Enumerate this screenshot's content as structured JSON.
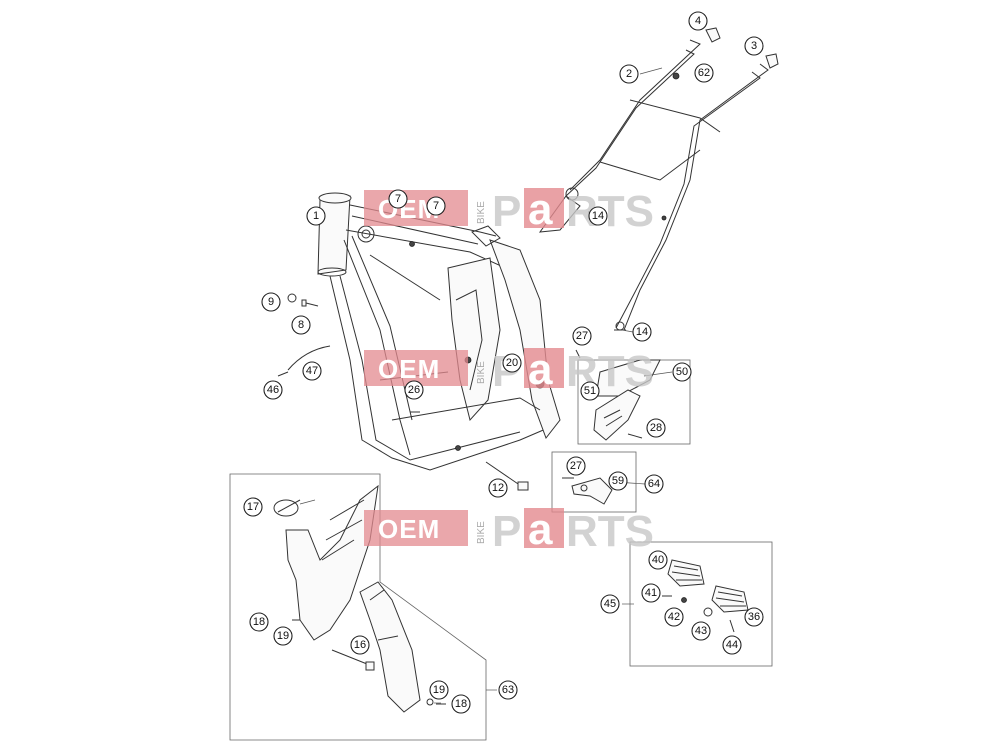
{
  "watermark": {
    "oem": "OEM",
    "bike": "BIKE",
    "p": "P",
    "a": "a",
    "rts": "RTS"
  },
  "callouts": [
    {
      "id": "c1",
      "label": "1"
    },
    {
      "id": "c2",
      "label": "2"
    },
    {
      "id": "c3",
      "label": "3"
    },
    {
      "id": "c4",
      "label": "4"
    },
    {
      "id": "c62",
      "label": "62"
    },
    {
      "id": "c7a",
      "label": "7"
    },
    {
      "id": "c7b",
      "label": "7"
    },
    {
      "id": "c14a",
      "label": "14"
    },
    {
      "id": "c14b",
      "label": "14"
    },
    {
      "id": "c9",
      "label": "9"
    },
    {
      "id": "c8",
      "label": "8"
    },
    {
      "id": "c47",
      "label": "47"
    },
    {
      "id": "c46",
      "label": "46"
    },
    {
      "id": "c20",
      "label": "20"
    },
    {
      "id": "c26",
      "label": "26"
    },
    {
      "id": "c27a",
      "label": "27"
    },
    {
      "id": "c50",
      "label": "50"
    },
    {
      "id": "c51",
      "label": "51"
    },
    {
      "id": "c28",
      "label": "28"
    },
    {
      "id": "c27b",
      "label": "27"
    },
    {
      "id": "c59",
      "label": "59"
    },
    {
      "id": "c64",
      "label": "64"
    },
    {
      "id": "c12",
      "label": "12"
    },
    {
      "id": "c17",
      "label": "17"
    },
    {
      "id": "c18a",
      "label": "18"
    },
    {
      "id": "c19a",
      "label": "19"
    },
    {
      "id": "c16",
      "label": "16"
    },
    {
      "id": "c19b",
      "label": "19"
    },
    {
      "id": "c18b",
      "label": "18"
    },
    {
      "id": "c63",
      "label": "63"
    },
    {
      "id": "c40",
      "label": "40"
    },
    {
      "id": "c41",
      "label": "41"
    },
    {
      "id": "c45",
      "label": "45"
    },
    {
      "id": "c42",
      "label": "42"
    },
    {
      "id": "c43",
      "label": "43"
    },
    {
      "id": "c36",
      "label": "36"
    },
    {
      "id": "c44",
      "label": "44"
    }
  ]
}
